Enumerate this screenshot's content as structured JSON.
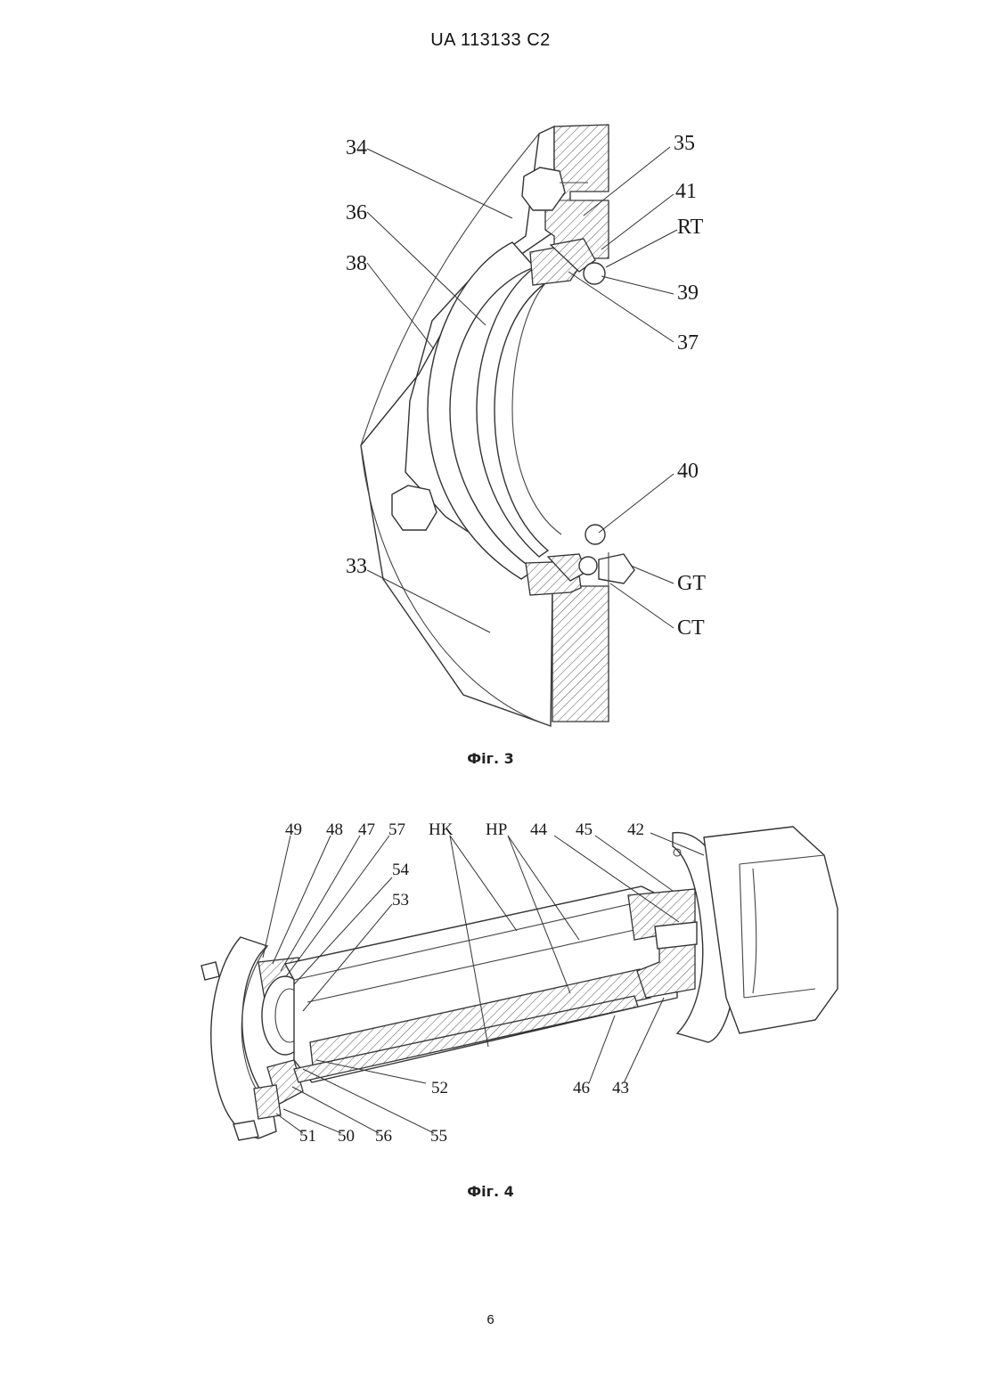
{
  "header": {
    "text": "UA   113133   C2"
  },
  "figures": [
    {
      "caption": "Фiг. 3",
      "labels": {
        "l34": "34",
        "l35": "35",
        "l41": "41",
        "lRT": "RT",
        "l36": "36",
        "l38": "38",
        "l39": "39",
        "l37": "37",
        "l40": "40",
        "l33": "33",
        "lGT": "GT",
        "lCT": "CT"
      }
    },
    {
      "caption": "Фiг. 4",
      "labels": {
        "l49": "49",
        "l48": "48",
        "l47": "47",
        "l57": "57",
        "lHK": "HK",
        "lHP": "HP",
        "l44": "44",
        "l45": "45",
        "l42": "42",
        "l54": "54",
        "l53": "53",
        "l52": "52",
        "l46": "46",
        "l43": "43",
        "l51": "51",
        "l50": "50",
        "l56": "56",
        "l55": "55"
      }
    }
  ],
  "footer": {
    "page_number": "6"
  }
}
